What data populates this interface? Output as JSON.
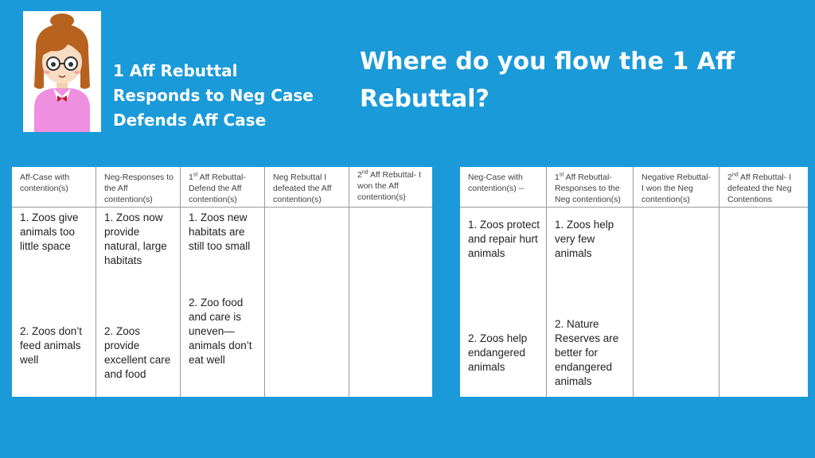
{
  "summary": {
    "line1": "1 Aff Rebuttal",
    "line2": "Responds to Neg Case",
    "line3": "Defends Aff Case"
  },
  "question": {
    "line1": "Where do you flow the 1 Aff",
    "line2": "Rebuttal?"
  },
  "left_flow": {
    "columns": [
      {
        "header": "Aff-Case with contention(s)",
        "points": [
          "1. Zoos give animals too little space",
          "2. Zoos don’t feed animals well"
        ]
      },
      {
        "header": "Neg-Responses to the Aff contention(s)",
        "points": [
          "1. Zoos now provide natural, large habitats",
          "2. Zoos provide excellent care and food"
        ]
      },
      {
        "header_sup": "st",
        "header_num": "1",
        "header_rest": " Aff Rebuttal- Defend the Aff contention(s)",
        "points": [
          "1. Zoos new habitats are still too small",
          "2. Zoo food and care is uneven— animals don’t eat well"
        ]
      },
      {
        "header": "Neg Rebuttal I defeated the Aff contention(s)",
        "points": []
      },
      {
        "header_sup": "nd",
        "header_num": "2",
        "header_rest": " Aff Rebuttal- I won the Aff contention(s)",
        "points": []
      }
    ]
  },
  "right_flow": {
    "columns": [
      {
        "header": "Neg-Case with contention(s) --",
        "points": [
          "1. Zoos protect and repair hurt animals",
          "2. Zoos help endangered animals"
        ]
      },
      {
        "header_sup": "st",
        "header_num": "1",
        "header_rest": " Aff Rebuttal- Responses to the Neg contention(s)",
        "points": [
          "1. Zoos help very few animals",
          "2. Nature Reserves are better for endangered animals"
        ]
      },
      {
        "header": "Negative Rebuttal- I won the Neg contention(s)",
        "points": []
      },
      {
        "header_sup": "nd",
        "header_num": "2",
        "header_rest": " Aff Rebuttal- I defeated the Neg Contentions",
        "points": []
      }
    ]
  },
  "colors": {
    "background": "#1a9ad9",
    "text_white": "#ffffff",
    "sweater": "#ef8fe0",
    "hair": "#b8621f"
  },
  "icons": {
    "avatar": "cartoon-girl-with-glasses"
  }
}
